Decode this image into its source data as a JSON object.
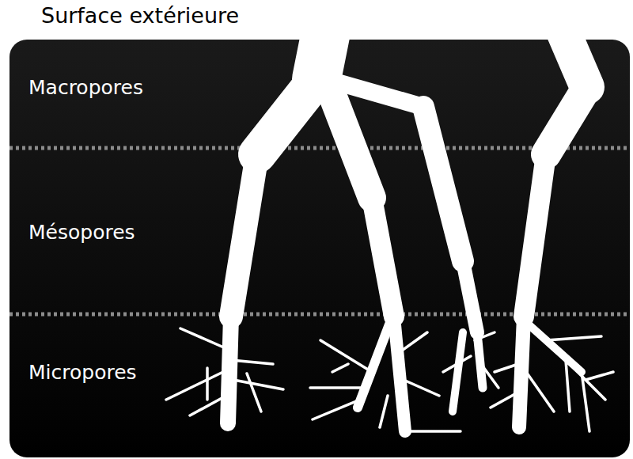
{
  "diagram": {
    "labels": [
      "Surface extérieure",
      "Macropores",
      "Mésopores",
      "Micropores"
    ]
  }
}
